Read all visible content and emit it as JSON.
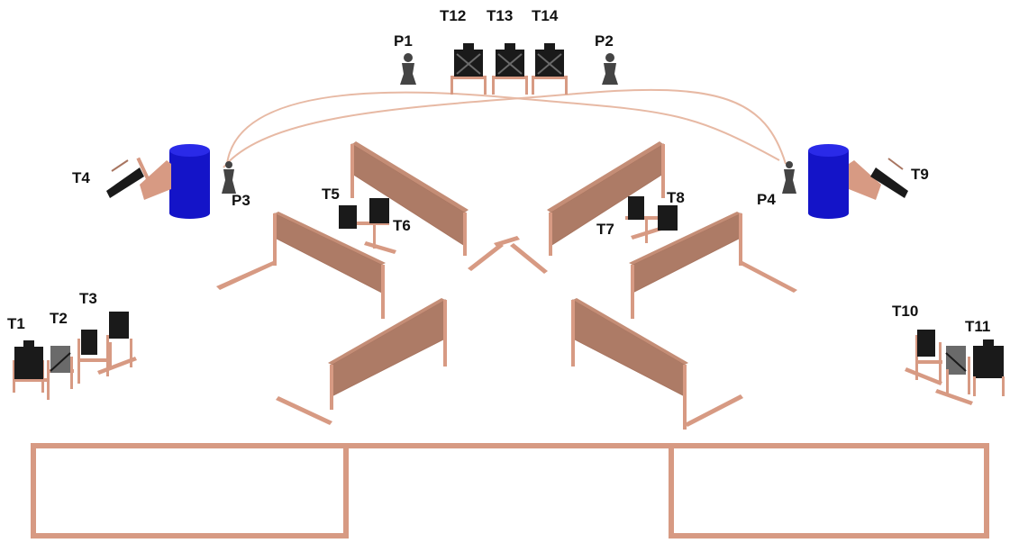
{
  "colors": {
    "wood": "#d79a83",
    "wood_dark": "#a87560",
    "wall_face": "#ad7b66",
    "wall_top": "#c48d76",
    "barrel": "#1414c8",
    "barrel_top": "#2a2ae8",
    "target_dark": "#1a1a1a",
    "target_mesh": "#6a6a6a",
    "popper": "#444444",
    "cable": "#e7b9a4",
    "text": "#111111"
  },
  "targets": [
    {
      "id": "t1",
      "label": "T1"
    },
    {
      "id": "t2",
      "label": "T2"
    },
    {
      "id": "t3",
      "label": "T3"
    },
    {
      "id": "t4",
      "label": "T4"
    },
    {
      "id": "t5",
      "label": "T5"
    },
    {
      "id": "t6",
      "label": "T6"
    },
    {
      "id": "t7",
      "label": "T7"
    },
    {
      "id": "t8",
      "label": "T8"
    },
    {
      "id": "t9",
      "label": "T9"
    },
    {
      "id": "t10",
      "label": "T10"
    },
    {
      "id": "t11",
      "label": "T11"
    },
    {
      "id": "t12",
      "label": "T12"
    },
    {
      "id": "t13",
      "label": "T13"
    },
    {
      "id": "t14",
      "label": "T14"
    }
  ],
  "poppers": [
    {
      "id": "p1",
      "label": "P1"
    },
    {
      "id": "p2",
      "label": "P2"
    },
    {
      "id": "p3",
      "label": "P3"
    },
    {
      "id": "p4",
      "label": "P4"
    }
  ]
}
